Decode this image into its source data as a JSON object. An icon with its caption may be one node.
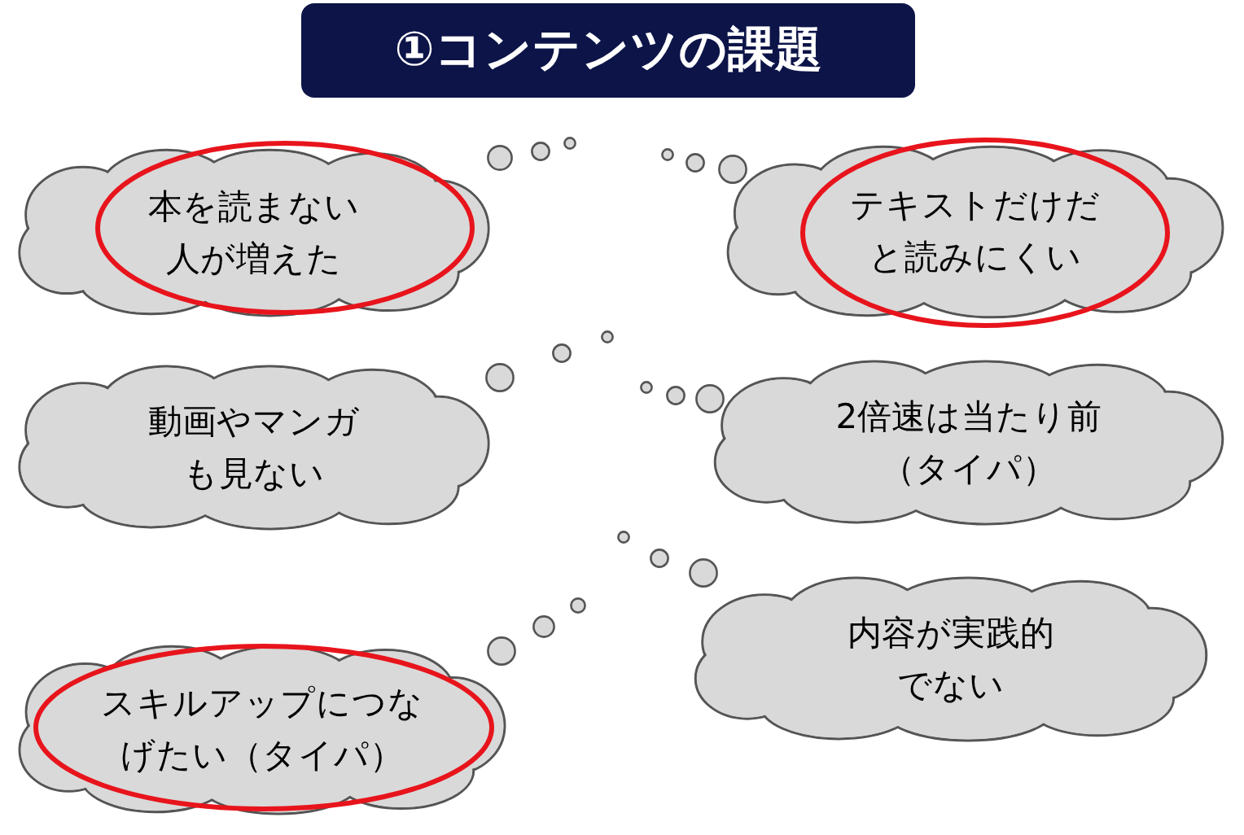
{
  "diagram": {
    "title": "①コンテンツの課題",
    "nodes": [
      {
        "text": [
          "本を読まない人が増えた"
        ]
      },
      {
        "text": [
          "テキストだけだと読みにくい"
        ]
      },
      {
        "text": [
          "動画やマンガも見ない"
        ]
      },
      {
        "text": [
          "2倍速は当たり前（タイパ）"
        ]
      },
      {
        "text": [
          "内容が実践的でない"
        ]
      },
      {
        "text": [
          "スキルアップにつなげたい（タイパ）"
        ]
      }
    ]
  }
}
